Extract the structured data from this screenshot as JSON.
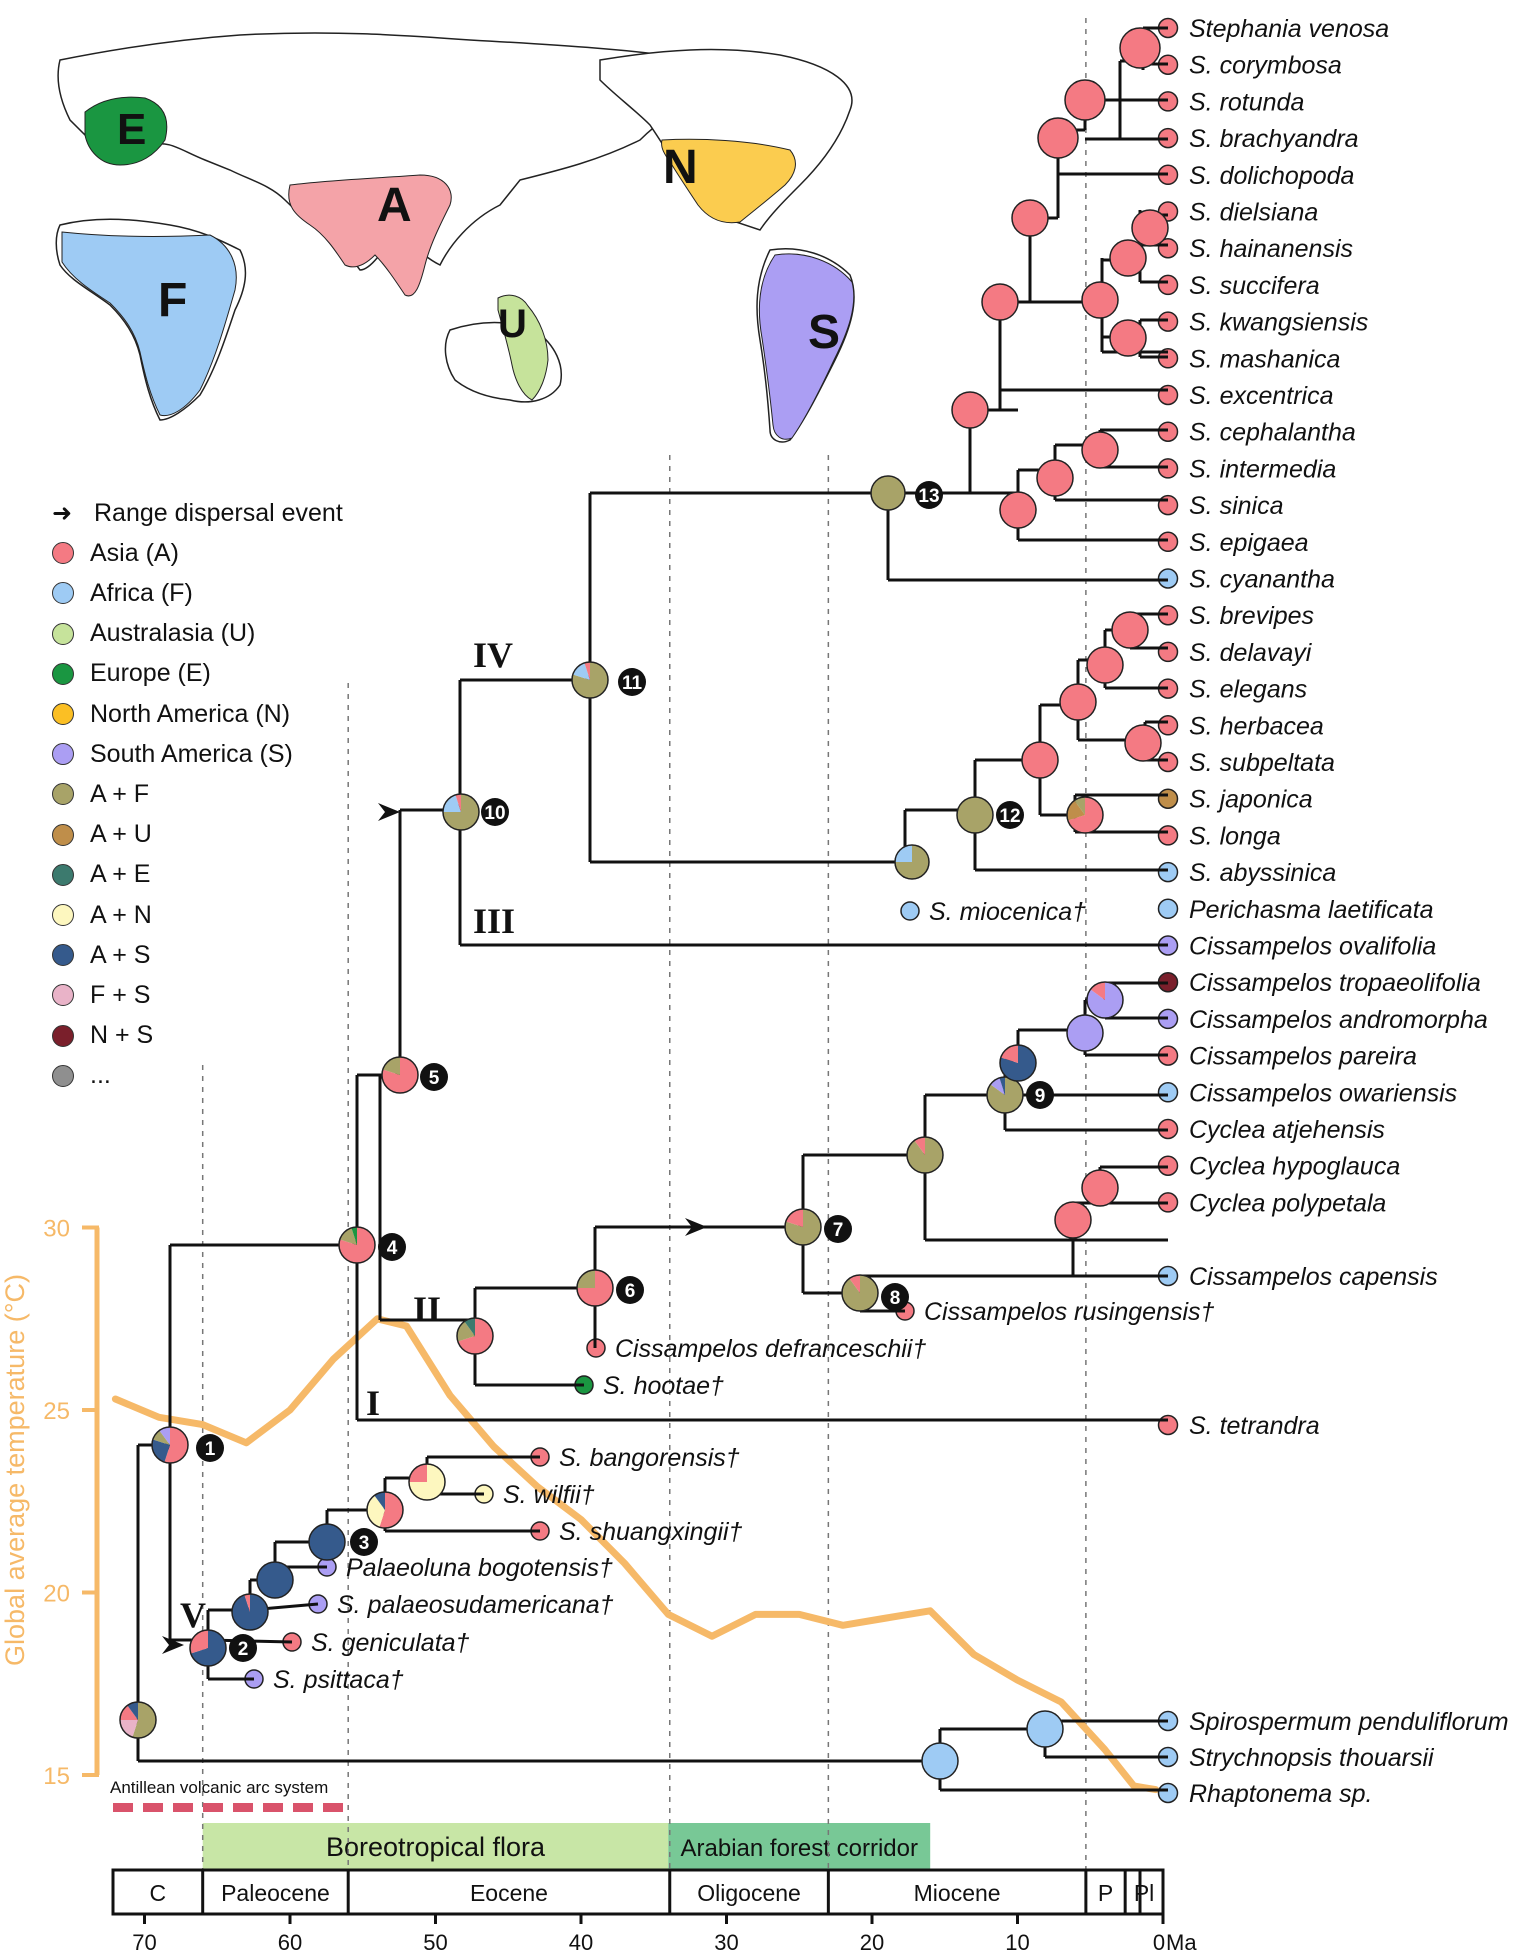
{
  "map": {
    "regions": [
      {
        "code": "E",
        "color": "#1a9641"
      },
      {
        "code": "A",
        "color": "#f4a3a8"
      },
      {
        "code": "F",
        "color": "#9ecbf4"
      },
      {
        "code": "U",
        "color": "#c6e39b"
      },
      {
        "code": "N",
        "color": "#fbcc4f"
      },
      {
        "code": "S",
        "color": "#ab9ef3"
      }
    ]
  },
  "legend": {
    "items": [
      {
        "label": "Range dispersal event",
        "color": "",
        "arrow": true
      },
      {
        "label": "Asia (A)",
        "color": "#f47a83"
      },
      {
        "label": "Africa (F)",
        "color": "#9ecbf4"
      },
      {
        "label": "Australasia (U)",
        "color": "#c6e39b"
      },
      {
        "label": "Europe (E)",
        "color": "#1a9641"
      },
      {
        "label": "North America (N)",
        "color": "#fbbf24"
      },
      {
        "label": "South America (S)",
        "color": "#ab9ef3"
      },
      {
        "label": "A + F",
        "color": "#a8a368"
      },
      {
        "label": "A + U",
        "color": "#bf8e4a"
      },
      {
        "label": "A + E",
        "color": "#3c7a6e"
      },
      {
        "label": "A + N",
        "color": "#fdf7bf"
      },
      {
        "label": "A + S",
        "color": "#355a8c"
      },
      {
        "label": "F + S",
        "color": "#e9b3c8"
      },
      {
        "label": "N + S",
        "color": "#7a1f2b"
      },
      {
        "label": "...",
        "color": "#8f8f8f"
      }
    ]
  },
  "tips": [
    {
      "label": "Stephania venosa",
      "color": "#f47a83"
    },
    {
      "label": "S. corymbosa",
      "color": "#f47a83"
    },
    {
      "label": "S. rotunda",
      "color": "#f47a83"
    },
    {
      "label": "S. brachyandra",
      "color": "#f47a83"
    },
    {
      "label": "S. dolichopoda",
      "color": "#f47a83"
    },
    {
      "label": "S. dielsiana",
      "color": "#f47a83"
    },
    {
      "label": "S. hainanensis",
      "color": "#f47a83"
    },
    {
      "label": "S. succifera",
      "color": "#f47a83"
    },
    {
      "label": "S. kwangsiensis",
      "color": "#f47a83"
    },
    {
      "label": "S. mashanica",
      "color": "#f47a83"
    },
    {
      "label": "S. excentrica",
      "color": "#f47a83"
    },
    {
      "label": "S. cephalantha",
      "color": "#f47a83"
    },
    {
      "label": "S. intermedia",
      "color": "#f47a83"
    },
    {
      "label": "S. sinica",
      "color": "#f47a83"
    },
    {
      "label": "S. epigaea",
      "color": "#f47a83"
    },
    {
      "label": "S. cyanantha",
      "color": "#9ecbf4"
    },
    {
      "label": "S. brevipes",
      "color": "#f47a83"
    },
    {
      "label": "S. delavayi",
      "color": "#f47a83"
    },
    {
      "label": "S. elegans",
      "color": "#f47a83"
    },
    {
      "label": "S. herbacea",
      "color": "#f47a83"
    },
    {
      "label": "S. subpeltata",
      "color": "#f47a83"
    },
    {
      "label": "S. japonica",
      "color": "#bf8e4a"
    },
    {
      "label": "S. longa",
      "color": "#f47a83"
    },
    {
      "label": "S. abyssinica",
      "color": "#9ecbf4"
    },
    {
      "label": "Perichasma laetificata",
      "color": "#9ecbf4"
    },
    {
      "label": "Cissampelos ovalifolia",
      "color": "#ab9ef3"
    },
    {
      "label": "Cissampelos tropaeolifolia",
      "color": "#7a1f2b"
    },
    {
      "label": "Cissampelos andromorpha",
      "color": "#ab9ef3"
    },
    {
      "label": "Cissampelos pareira",
      "color": "#f47a83"
    },
    {
      "label": "Cissampelos owariensis",
      "color": "#9ecbf4"
    },
    {
      "label": "Cyclea atjehensis",
      "color": "#f47a83"
    },
    {
      "label": "Cyclea hypoglauca",
      "color": "#f47a83"
    },
    {
      "label": "Cyclea polypetala",
      "color": "#f47a83"
    },
    {
      "label": "Cissampelos capensis",
      "color": "#9ecbf4"
    },
    {
      "label": "S. tetrandra",
      "color": "#f47a83"
    },
    {
      "label": "Spirospermum penduliflorum",
      "color": "#9ecbf4"
    },
    {
      "label": "Strychnopsis thouarsii",
      "color": "#9ecbf4"
    },
    {
      "label": "Rhaptonema sp.",
      "color": "#9ecbf4"
    }
  ],
  "fossils": [
    {
      "label": "S. miocenica†",
      "color": "#9ecbf4"
    },
    {
      "label": "Cissampelos rusingensis†",
      "color": "#f47a83"
    },
    {
      "label": "Cissampelos defranceschii†",
      "color": "#f47a83"
    },
    {
      "label": "S. hootae†",
      "color": "#1a9641"
    },
    {
      "label": "S. bangorensis†",
      "color": "#f47a83"
    },
    {
      "label": "S. wilfii†",
      "color": "#fdf7bf"
    },
    {
      "label": "S. shuangxingii†",
      "color": "#f47a83"
    },
    {
      "label": "Palaeoluna bogotensis†",
      "color": "#ab9ef3"
    },
    {
      "label": "S. palaeosudamericana†",
      "color": "#ab9ef3"
    },
    {
      "label": "S. geniculata†",
      "color": "#f47a83"
    },
    {
      "label": "S. psittaca†",
      "color": "#ab9ef3"
    }
  ],
  "node_numbers": [
    "1",
    "2",
    "3",
    "4",
    "5",
    "6",
    "7",
    "8",
    "9",
    "10",
    "11",
    "12",
    "13"
  ],
  "clade_labels": [
    "I",
    "II",
    "III",
    "IV",
    "V"
  ],
  "temperature_axis": {
    "label": "Global average temperature (°C)",
    "ticks": [
      "15",
      "20",
      "25",
      "30"
    ],
    "color": "#f6b968"
  },
  "antillean": "Antillean volcanic arc system",
  "bands": [
    {
      "label": "Boreotropical flora",
      "from": 66,
      "to": 34,
      "color": "#c8e6a6"
    },
    {
      "label": "Arabian forest corridor",
      "from": 34,
      "to": 16,
      "color": "#78c896"
    }
  ],
  "epochs": [
    {
      "label": "C",
      "from": 72.5,
      "to": 66
    },
    {
      "label": "Paleocene",
      "from": 66,
      "to": 56
    },
    {
      "label": "Eocene",
      "from": 56,
      "to": 33.9
    },
    {
      "label": "Oligocene",
      "from": 33.9,
      "to": 23
    },
    {
      "label": "Miocene",
      "from": 23,
      "to": 5.3
    },
    {
      "label": "P",
      "from": 5.3,
      "to": 2.6
    },
    {
      "label": "Pl",
      "from": 2.6,
      "to": 0
    }
  ],
  "time_axis": {
    "ticks": [
      "70",
      "60",
      "50",
      "40",
      "30",
      "20",
      "10",
      "0"
    ],
    "unit": "Ma"
  },
  "colors": {
    "A": "#f47a83",
    "F": "#9ecbf4",
    "U": "#c6e39b",
    "E": "#1a9641",
    "N": "#fbbf24",
    "S": "#ab9ef3",
    "AF": "#a8a368",
    "AU": "#bf8e4a",
    "AE": "#3c7a6e",
    "AN": "#fdf7bf",
    "AS": "#355a8c",
    "FS": "#e9b3c8",
    "NS": "#7a1f2b",
    "other": "#8f8f8f",
    "temp": "#f6b968",
    "antillean": "#d9536b"
  }
}
